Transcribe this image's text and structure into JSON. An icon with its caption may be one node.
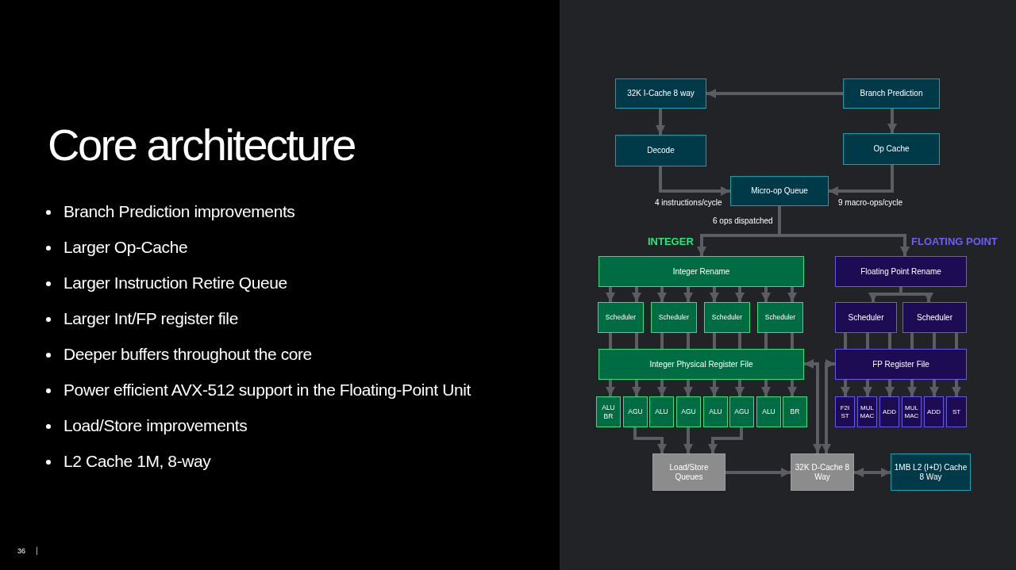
{
  "diagram": {
    "title": "Core architecture",
    "nodes": [
      {
        "text": [
          "32K I-Cache 8 way"
        ]
      },
      {
        "text": [
          "Branch Prediction"
        ]
      },
      {
        "text": [
          "Decode"
        ]
      },
      {
        "text": [
          "Op Cache"
        ]
      },
      {
        "text": [
          "Micro-op Queue"
        ]
      },
      {
        "text": [
          "Integer Rename"
        ]
      },
      {
        "text": [
          "Floating Point Rename"
        ]
      },
      {
        "text": [
          "Scheduler"
        ]
      },
      {
        "text": [
          "Scheduler"
        ]
      },
      {
        "text": [
          "Scheduler"
        ]
      },
      {
        "text": [
          "Scheduler"
        ]
      },
      {
        "text": [
          "Scheduler"
        ]
      },
      {
        "text": [
          "Scheduler"
        ]
      },
      {
        "text": [
          "Integer Physical Register File"
        ]
      },
      {
        "text": [
          "FP Register File"
        ]
      },
      {
        "text": [
          "ALU BR"
        ]
      },
      {
        "text": [
          "AGU"
        ]
      },
      {
        "text": [
          "ALU"
        ]
      },
      {
        "text": [
          "AGU"
        ]
      },
      {
        "text": [
          "ALU"
        ]
      },
      {
        "text": [
          "AGU"
        ]
      },
      {
        "text": [
          "ALU"
        ]
      },
      {
        "text": [
          "BR"
        ]
      },
      {
        "text": [
          "F2I ST"
        ]
      },
      {
        "text": [
          "MUL MAC"
        ]
      },
      {
        "text": [
          "ADD"
        ]
      },
      {
        "text": [
          "MUL MAC"
        ]
      },
      {
        "text": [
          "ADD"
        ]
      },
      {
        "text": [
          "ST"
        ]
      },
      {
        "text": [
          "Load/Store Queues"
        ]
      },
      {
        "text": [
          "32K D-Cache 8 Way"
        ]
      },
      {
        "text": [
          "1MB L2 (I+D) Cache 8 Way"
        ]
      }
    ],
    "edges": [
      {
        "from": 1,
        "to": 0,
        "arrow": "to"
      },
      {
        "from": 0,
        "to": 2,
        "arrow": "to"
      },
      {
        "from": 1,
        "to": 3,
        "arrow": "to"
      },
      {
        "from": 2,
        "to": 4,
        "arrow": "to",
        "label": "4 instructions/cycle"
      },
      {
        "from": 3,
        "to": 4,
        "arrow": "to",
        "label": "9 macro-ops/cycle"
      },
      {
        "from": 4,
        "to": 5,
        "arrow": "to",
        "label": "6 ops dispatched"
      },
      {
        "from": 4,
        "to": 6,
        "arrow": "to"
      },
      {
        "from": 5,
        "to": 7,
        "arrow": "to"
      },
      {
        "from": 5,
        "to": 7,
        "arrow": "to"
      },
      {
        "from": 5,
        "to": 8,
        "arrow": "to"
      },
      {
        "from": 5,
        "to": 8,
        "arrow": "to"
      },
      {
        "from": 5,
        "to": 9,
        "arrow": "to"
      },
      {
        "from": 5,
        "to": 9,
        "arrow": "to"
      },
      {
        "from": 5,
        "to": 10,
        "arrow": "to"
      },
      {
        "from": 5,
        "to": 10,
        "arrow": "to"
      },
      {
        "from": 6,
        "to": 11,
        "arrow": "to"
      },
      {
        "from": 6,
        "to": 12,
        "arrow": "to"
      },
      {
        "from": 7,
        "to": 13,
        "arrow": "none"
      },
      {
        "from": 7,
        "to": 13,
        "arrow": "none"
      },
      {
        "from": 8,
        "to": 13,
        "arrow": "none"
      },
      {
        "from": 8,
        "to": 13,
        "arrow": "none"
      },
      {
        "from": 9,
        "to": 13,
        "arrow": "none"
      },
      {
        "from": 9,
        "to": 13,
        "arrow": "none"
      },
      {
        "from": 10,
        "to": 13,
        "arrow": "none"
      },
      {
        "from": 10,
        "to": 13,
        "arrow": "none"
      },
      {
        "from": 11,
        "to": 14,
        "arrow": "none"
      },
      {
        "from": 11,
        "to": 14,
        "arrow": "none"
      },
      {
        "from": 11,
        "to": 14,
        "arrow": "none"
      },
      {
        "from": 12,
        "to": 14,
        "arrow": "none"
      },
      {
        "from": 12,
        "to": 14,
        "arrow": "none"
      },
      {
        "from": 12,
        "to": 14,
        "arrow": "none"
      },
      {
        "from": 13,
        "to": 15,
        "arrow": "to"
      },
      {
        "from": 13,
        "to": 16,
        "arrow": "to"
      },
      {
        "from": 13,
        "to": 17,
        "arrow": "to"
      },
      {
        "from": 13,
        "to": 18,
        "arrow": "to"
      },
      {
        "from": 13,
        "to": 19,
        "arrow": "to"
      },
      {
        "from": 13,
        "to": 20,
        "arrow": "to"
      },
      {
        "from": 13,
        "to": 21,
        "arrow": "to"
      },
      {
        "from": 13,
        "to": 22,
        "arrow": "to"
      },
      {
        "from": 14,
        "to": 23,
        "arrow": "to"
      },
      {
        "from": 14,
        "to": 24,
        "arrow": "to"
      },
      {
        "from": 14,
        "to": 25,
        "arrow": "to"
      },
      {
        "from": 14,
        "to": 26,
        "arrow": "to"
      },
      {
        "from": 14,
        "to": 27,
        "arrow": "to"
      },
      {
        "from": 14,
        "to": 28,
        "arrow": "to"
      },
      {
        "from": 16,
        "to": 29,
        "arrow": "to"
      },
      {
        "from": 18,
        "to": 29,
        "arrow": "to"
      },
      {
        "from": 20,
        "to": 29,
        "arrow": "to"
      },
      {
        "from": 29,
        "to": 30,
        "arrow": "to"
      },
      {
        "from": 30,
        "to": 31,
        "arrow": "both"
      },
      {
        "from": 30,
        "to": 13,
        "arrow": "both"
      },
      {
        "from": 30,
        "to": 14,
        "arrow": "both"
      }
    ],
    "labels": [
      "Branch Prediction improvements",
      "Larger Op-Cache",
      "Larger Instruction Retire Queue",
      "Larger Int/FP register file",
      "Deeper buffers throughout the core",
      "Power efficient AVX-512 support in the Floating-Point Unit",
      "Load/Store improvements",
      "L2 Cache 1M, 8-way",
      "INTEGER",
      "FLOATING POINT",
      "36"
    ]
  }
}
